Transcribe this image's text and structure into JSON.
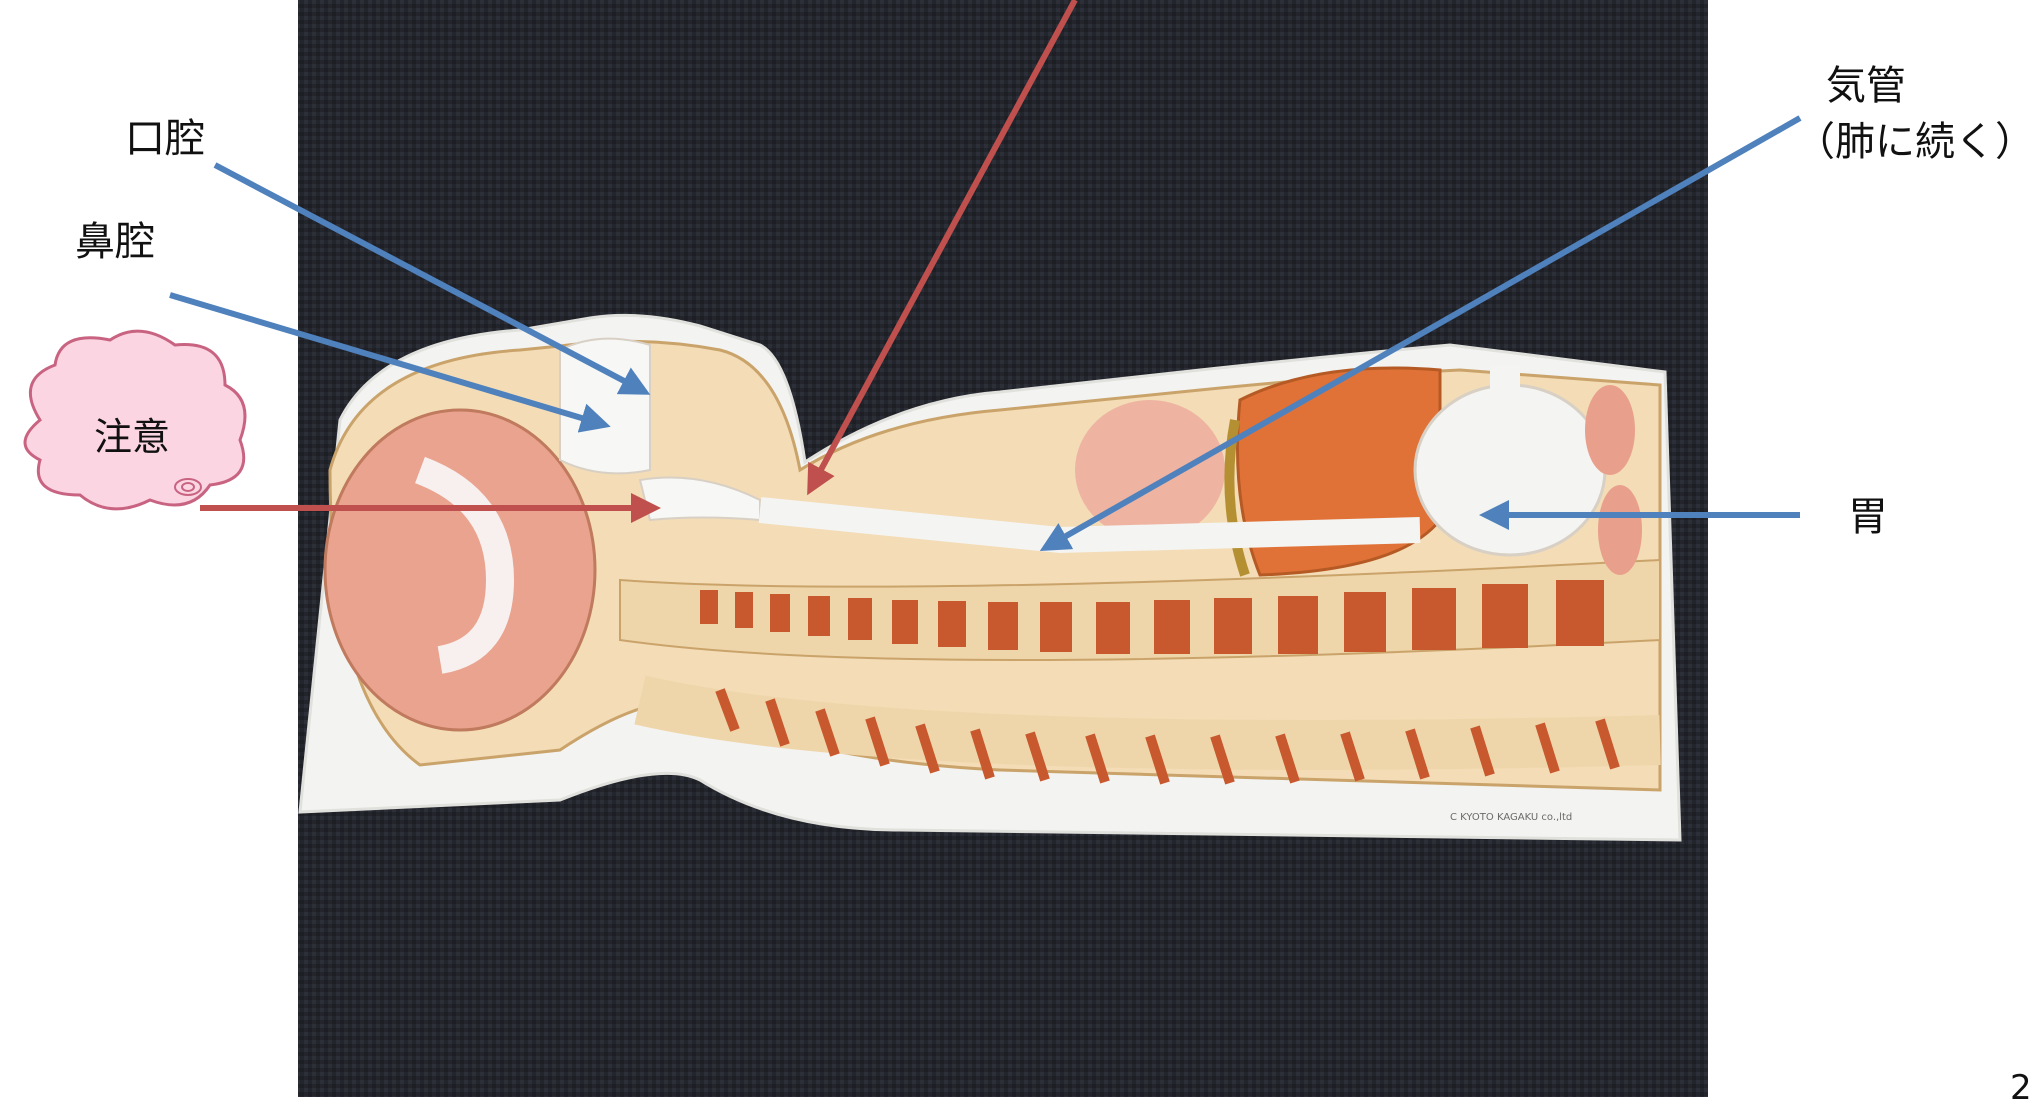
{
  "labels": {
    "oral_cavity": "口腔",
    "nasal_cavity": "鼻腔",
    "trachea_line1": "気管",
    "trachea_line2": "（肺に続く）",
    "stomach": "胃",
    "caution": "注意",
    "page_number": "2",
    "model_copyright": "C KYOTO KAGAKU co.,ltd"
  },
  "colors": {
    "blue_arrow": "#4F81BD",
    "red_arrow": "#C0504D",
    "cloud_fill": "#FCD5E2",
    "cloud_stroke": "#C86482"
  }
}
